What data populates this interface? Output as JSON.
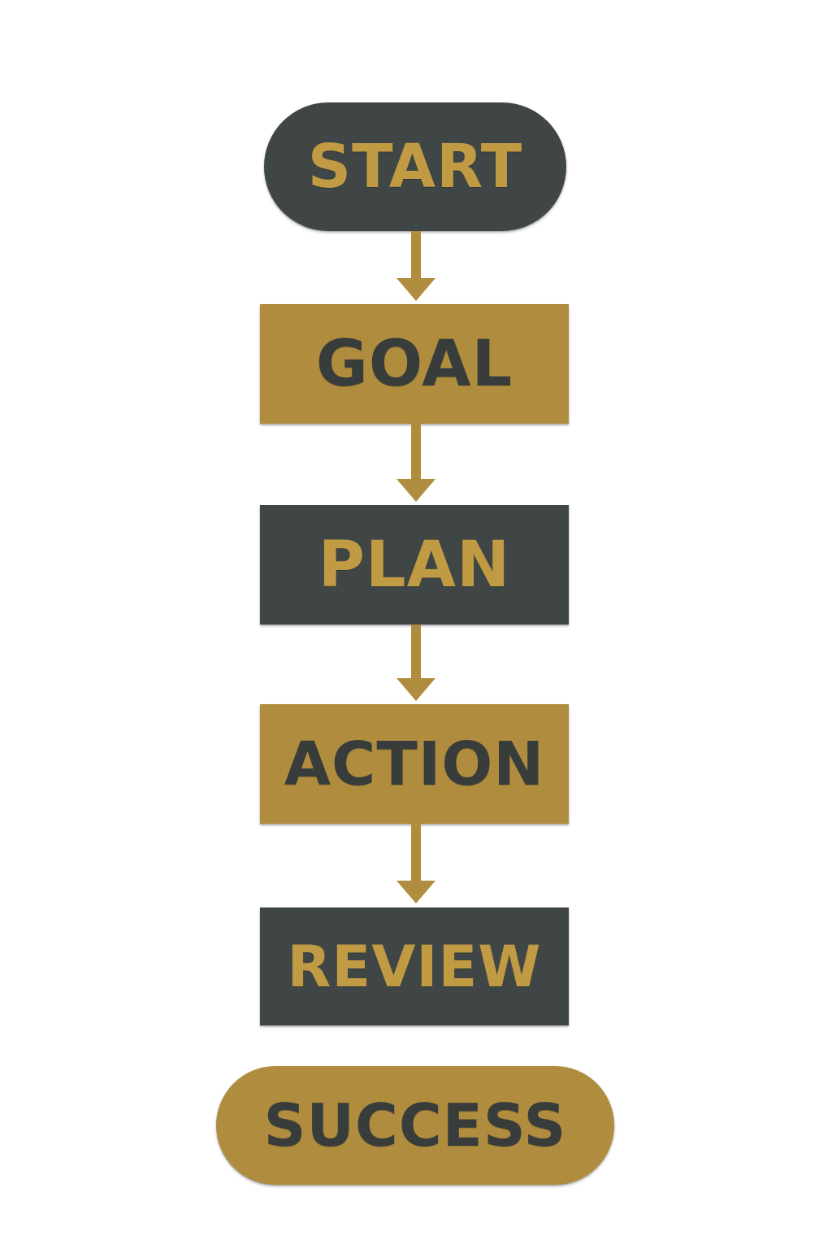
{
  "steps": [
    {
      "id": "start",
      "label": "START",
      "shape": "pill",
      "fill": "#3f4645",
      "text_color": "#c19b43"
    },
    {
      "id": "goal",
      "label": "GOAL",
      "shape": "rect",
      "fill": "#b08d3e",
      "text_color": "#383d3c"
    },
    {
      "id": "plan",
      "label": "PLAN",
      "shape": "rect",
      "fill": "#3f4645",
      "text_color": "#c19b43"
    },
    {
      "id": "action",
      "label": "ACTION",
      "shape": "rect",
      "fill": "#b08d3e",
      "text_color": "#383d3c"
    },
    {
      "id": "review",
      "label": "REVIEW",
      "shape": "rect",
      "fill": "#3f4645",
      "text_color": "#c19b43"
    },
    {
      "id": "success",
      "label": "SUCCESS",
      "shape": "pill",
      "fill": "#b08d3e",
      "text_color": "#383d3c"
    }
  ],
  "connectors": [
    {
      "from": "start",
      "to": "goal",
      "icon": "down-arrow-icon"
    },
    {
      "from": "goal",
      "to": "plan",
      "icon": "down-arrow-icon"
    },
    {
      "from": "plan",
      "to": "action",
      "icon": "down-arrow-icon"
    },
    {
      "from": "action",
      "to": "review",
      "icon": "down-arrow-icon"
    }
  ],
  "colors": {
    "background": "#ffffff",
    "dark": "#3f4645",
    "gold": "#b08d3e",
    "arrow": "#b08d3e"
  }
}
